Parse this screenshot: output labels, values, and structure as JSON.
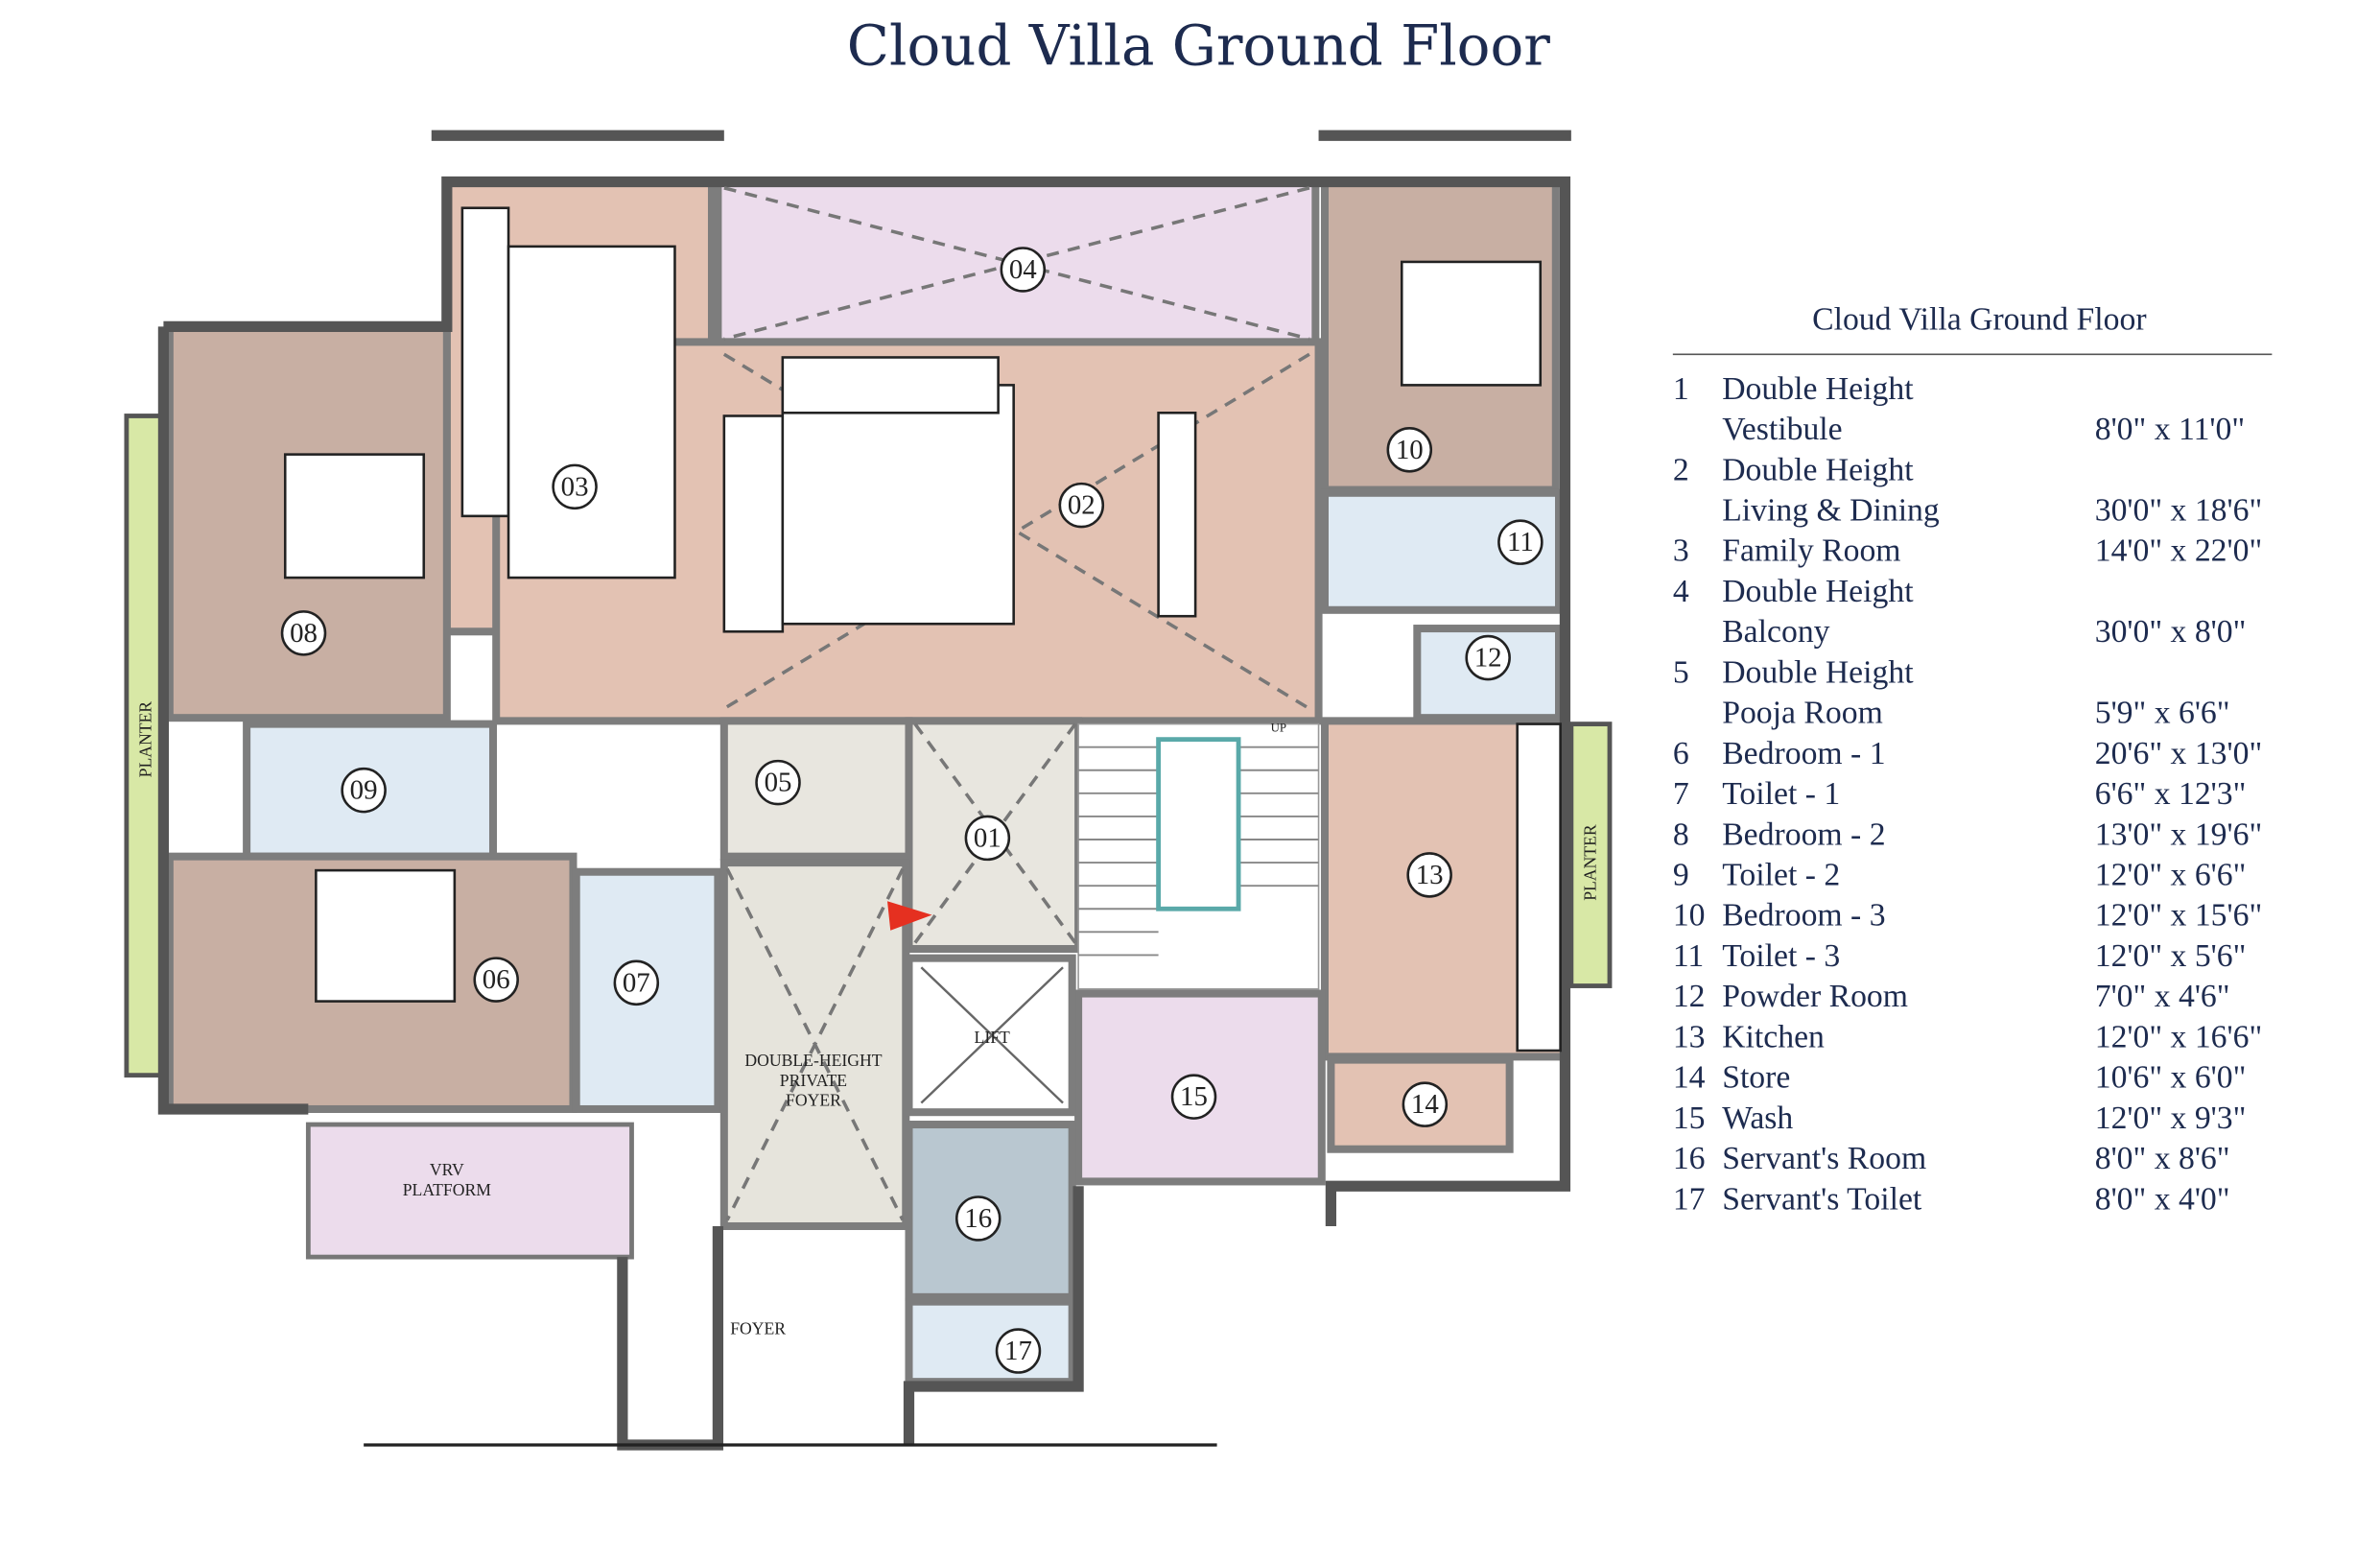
{
  "title": "Cloud Villa Ground Floor",
  "colors": {
    "title": "#1d2b4f",
    "living": "#e3c2b3",
    "bedroom": "#c8afa3",
    "balcony": "#ecdcec",
    "toilet": "#dfeaf3",
    "neutral": "#e8e6df",
    "servant": "#b9c7d0",
    "planter": "#d8e8a6"
  },
  "plan_labels": {
    "planter_left": "PLANTER",
    "planter_right": "PLANTER",
    "vrv_line1": "VRV",
    "vrv_line2": "PLATFORM",
    "foyer_private_line1": "DOUBLE-HEIGHT",
    "foyer_private_line2": "PRIVATE",
    "foyer_private_line3": "FOYER",
    "lift": "LIFT",
    "foyer": "FOYER",
    "stair_up": "UP"
  },
  "room_markers": [
    "01",
    "02",
    "03",
    "04",
    "05",
    "06",
    "07",
    "08",
    "09",
    "10",
    "11",
    "12",
    "13",
    "14",
    "15",
    "16",
    "17"
  ],
  "legend": {
    "title": "Cloud Villa Ground Floor",
    "rows": [
      {
        "num": "1",
        "name": "Double Height",
        "dims": ""
      },
      {
        "num": "",
        "name": "Vestibule",
        "dims": "8'0\" x 11'0\""
      },
      {
        "num": "2",
        "name": "Double Height",
        "dims": ""
      },
      {
        "num": "",
        "name": "Living & Dining",
        "dims": "30'0\" x 18'6\""
      },
      {
        "num": "3",
        "name": "Family Room",
        "dims": "14'0\" x 22'0\""
      },
      {
        "num": "4",
        "name": "Double Height",
        "dims": ""
      },
      {
        "num": "",
        "name": "Balcony",
        "dims": "30'0\" x 8'0\""
      },
      {
        "num": "5",
        "name": "Double Height",
        "dims": ""
      },
      {
        "num": "",
        "name": "Pooja Room",
        "dims": "5'9\" x 6'6\""
      },
      {
        "num": "6",
        "name": "Bedroom - 1",
        "dims": "20'6\" x 13'0\""
      },
      {
        "num": "7",
        "name": "Toilet - 1",
        "dims": "6'6\" x 12'3\""
      },
      {
        "num": "8",
        "name": "Bedroom - 2",
        "dims": "13'0\" x 19'6\""
      },
      {
        "num": "9",
        "name": "Toilet - 2",
        "dims": "12'0\" x 6'6\""
      },
      {
        "num": "10",
        "name": "Bedroom - 3",
        "dims": "12'0\" x 15'6\""
      },
      {
        "num": "11",
        "name": "Toilet - 3",
        "dims": "12'0\" x 5'6\""
      },
      {
        "num": "12",
        "name": "Powder Room",
        "dims": "7'0\" x 4'6\""
      },
      {
        "num": "13",
        "name": "Kitchen",
        "dims": "12'0\" x 16'6\""
      },
      {
        "num": "14",
        "name": "Store",
        "dims": "10'6\" x 6'0\""
      },
      {
        "num": "15",
        "name": "Wash",
        "dims": "12'0\" x 9'3\""
      },
      {
        "num": "16",
        "name": "Servant's Room",
        "dims": "8'0\" x 8'6\""
      },
      {
        "num": "17",
        "name": "Servant's Toilet",
        "dims": "8'0\" x 4'0\""
      }
    ]
  }
}
